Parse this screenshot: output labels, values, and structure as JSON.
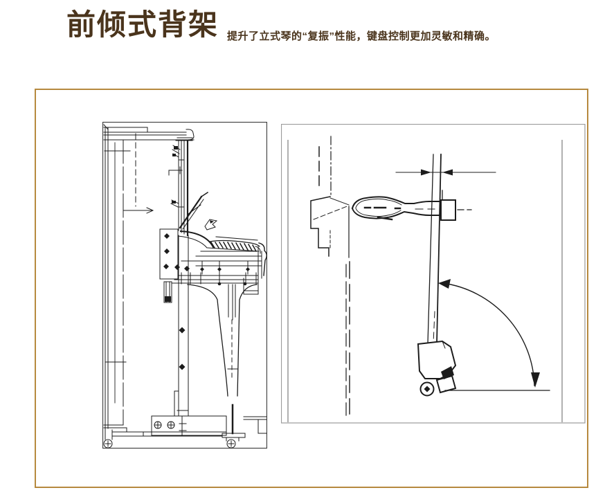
{
  "theme": {
    "page-bg": "#ffffff",
    "text-color": "#4a341c",
    "panel-border": "#b6893e",
    "left-frame": "#3a3a3a",
    "right-frame": "#9a9a9a",
    "line-color": "#1c1c1c"
  },
  "header": {
    "title": "前倾式背架",
    "subtitle": "提升了立式琴的“复振”性能，键盘控制更加灵敏和精确。"
  },
  "figures": {
    "left_name": "piano-side-section-drawing",
    "right_name": "hammer-lean-angle-drawing"
  }
}
